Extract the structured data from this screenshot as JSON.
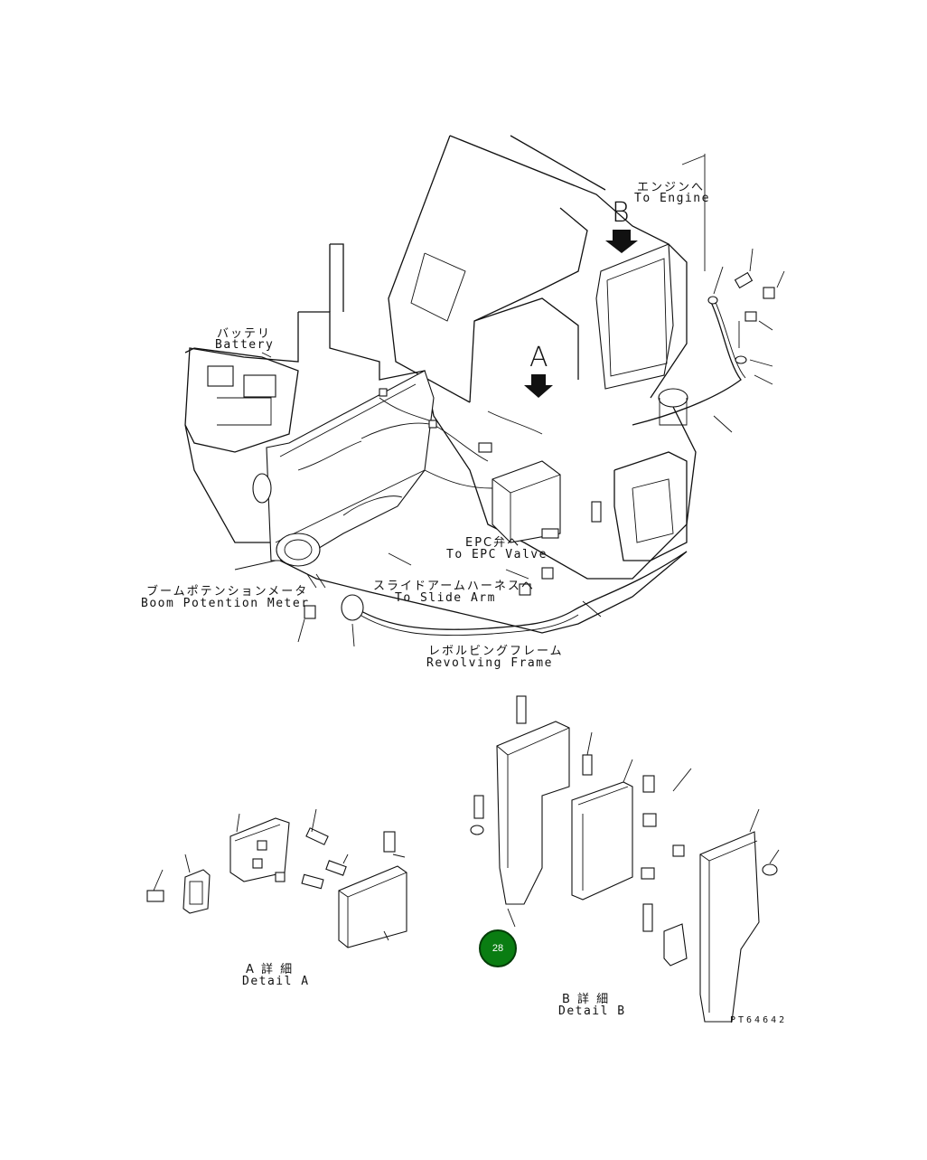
{
  "labels": {
    "engine_ja": "エンジンへ",
    "engine_en": "To Engine",
    "battery_ja": "バッテリ",
    "battery_en": "Battery",
    "boom_ja": "ブームポテンションメータ",
    "boom_en": "Boom Potention Meter",
    "epc_ja": "EPC弁へ",
    "epc_en": "To EPC Valve",
    "slide_ja": "スライドアームハーネスへ",
    "slide_en": "To Slide Arm",
    "frame_ja": "レボルビングフレーム",
    "frame_en": "Revolving Frame",
    "detail_a_ja": "A 詳 細",
    "detail_a_en": "Detail A",
    "detail_b_ja": "B 詳 細",
    "detail_b_en": "Detail B",
    "view_a": "A",
    "view_b": "B",
    "drawing_no": "PT64642"
  },
  "badge": {
    "number": "28",
    "color": "#0a7d12"
  }
}
